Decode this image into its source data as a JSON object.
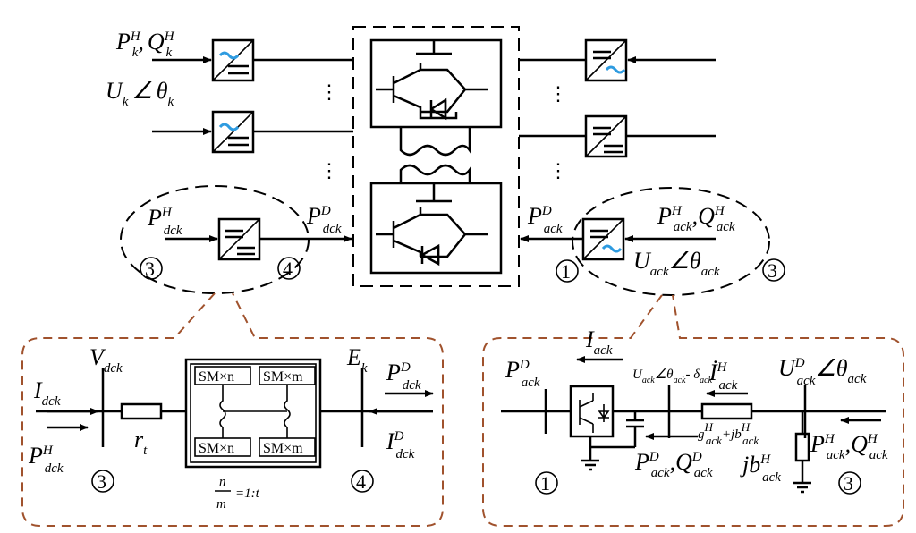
{
  "colors": {
    "wave": "#2e9be0",
    "callout": "#a0522d",
    "line": "#000000"
  },
  "labels": {
    "p_k_h": "P",
    "p_k_h_sup": "H",
    "p_k_h_sub": "k",
    "q_k_h": "Q",
    "q_k_h_sup": "H",
    "q_k_h_sub": "k",
    "u_k": "U",
    "u_k_sub": "k",
    "angle": "∠",
    "theta": "θ",
    "theta_sub": "k",
    "p_dck_h": "P",
    "p_dck_h_sup": "H",
    "p_dck_h_sub": "dck",
    "p_dck_d": "P",
    "p_dck_d_sup": "D",
    "p_dck_d_sub": "dck",
    "p_ack_d": "P",
    "p_ack_d_sup": "D",
    "p_ack_d_sub": "ack",
    "p_ack_h": "P",
    "p_ack_h_sup": "H",
    "p_ack_h_sub": "ack",
    "q_ack_h": "Q",
    "q_ack_h_sup": "H",
    "q_ack_h_sub": "ack",
    "u_ack": "U",
    "u_ack_sub": "ack",
    "theta_ack": "θ",
    "theta_ack_sub": "ack",
    "v_dck": "V",
    "v_dck_sub": "dck",
    "i_dck": "I",
    "i_dck_sub": "dck",
    "r_t": "r",
    "r_t_sub": "t",
    "e_k": "E",
    "e_k_sub": "k",
    "i_dck_d": "I",
    "i_dck_d_sup": "D",
    "i_dck_d_sub": "dck",
    "sm_n": "SM×n",
    "sm_m": "SM×m",
    "ratio_n": "n",
    "ratio_m": "m",
    "ratio_val": "=1:t",
    "i_ack": "I",
    "i_ack_sub": "ack",
    "u_ack_small": "U",
    "u_ack_small_sub": "ack",
    "u_ack_small_mid": "∠θ",
    "u_ack_small_mid_sub": "ack",
    "u_ack_small_delta": "- δ",
    "u_ack_small_delta_sub": "ack",
    "idot_ack": "İ",
    "idot_ack_sup": "H",
    "idot_ack_sub": "ack",
    "u_ack_d": "U",
    "u_ack_d_sup": "D",
    "u_ack_d_sub": "ack",
    "u_ack_d_angle": "∠θ",
    "u_ack_d_angle_sub": "ack",
    "g_ack": "g",
    "g_ack_sup": "H",
    "g_ack_sub": "ack",
    "plus_jb": "+jb",
    "plus_jb_sup": "H",
    "plus_jb_sub": "ack",
    "jb_ack": "jb",
    "jb_ack_sup": "H",
    "jb_ack_sub": "ack",
    "p_ack_d2": "P",
    "p_ack_d2_sup": "D",
    "p_ack_d2_sub": "ack",
    "q_ack_d2": "Q",
    "q_ack_d2_sup": "D",
    "q_ack_d2_sub": "ack",
    "p_ack_h2": "P",
    "p_ack_h2_sup": "H",
    "p_ack_h2_sub": "ack",
    "q_ack_h2": "Q",
    "q_ack_h2_sup": "H",
    "q_ack_h2_sub": "ack",
    "p_ack_d3": "P",
    "p_ack_d3_sup": "D",
    "p_ack_d3_sub": "ack",
    "comma": ",",
    "node1": "1",
    "node3": "3",
    "node4": "4",
    "vdots": "⋮"
  }
}
